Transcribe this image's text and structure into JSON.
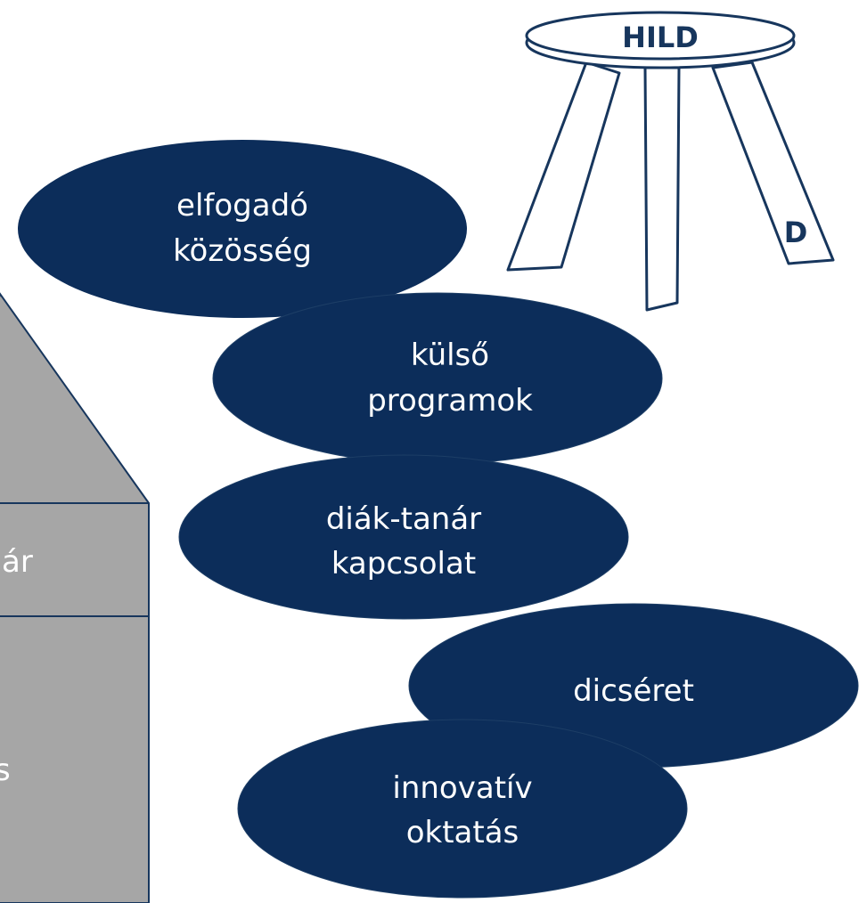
{
  "stool": {
    "seat_label": "HILD",
    "leg_label": "D"
  },
  "house": {
    "row1_fragment": "ár",
    "row2_fragment": "s"
  },
  "ellipses": [
    {
      "line1": "elfogadó",
      "line2": "közösség"
    },
    {
      "line1": "külső",
      "line2": "programok"
    },
    {
      "line1": "diák-tanár",
      "line2": "kapcsolat"
    },
    {
      "line1": "dicséret"
    },
    {
      "line1": "innovatív",
      "line2": "oktatás"
    }
  ],
  "colors": {
    "ellipse_fill": "#0c2d5a",
    "ellipse_text": "#ffffff",
    "house_fill": "#a6a6a6",
    "outline": "#17365d"
  }
}
